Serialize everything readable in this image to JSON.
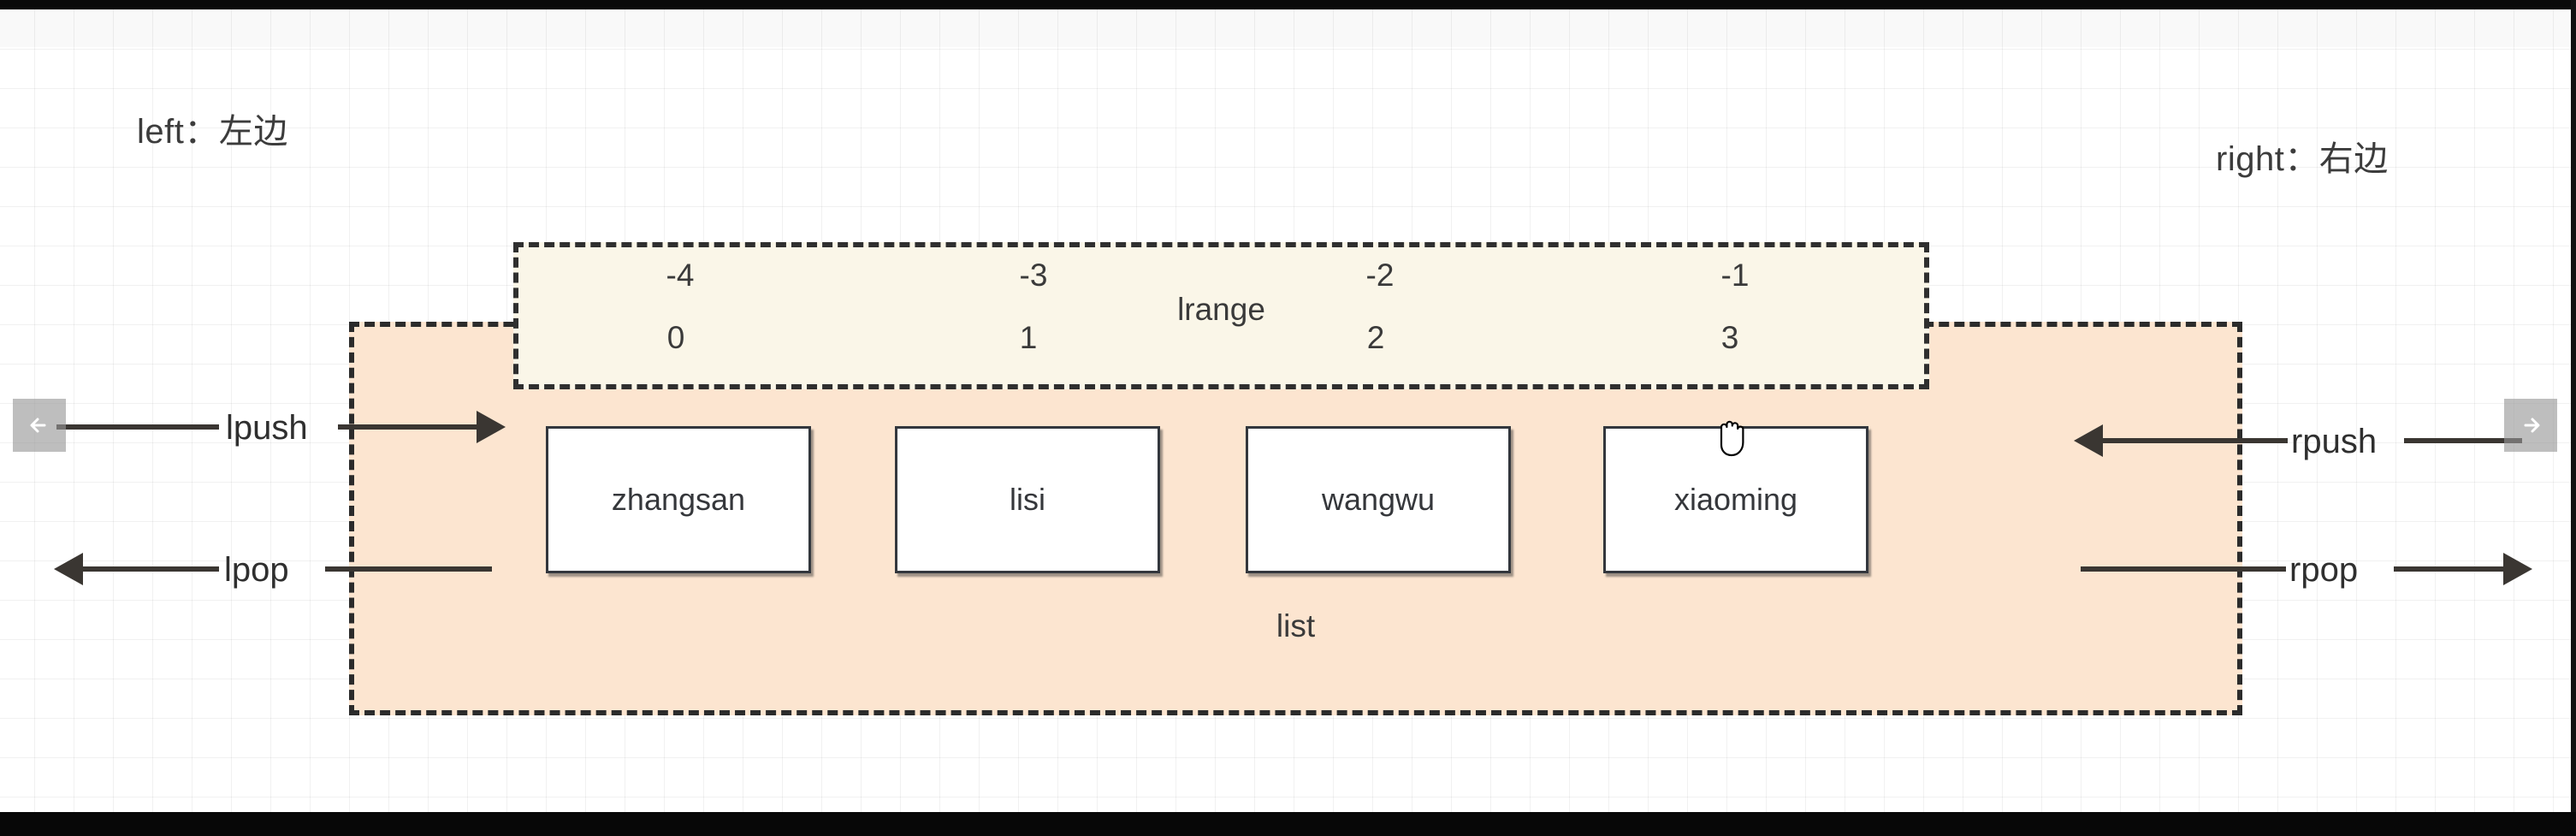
{
  "canvas": {
    "left_label": "left：左边",
    "right_label": "right：右边"
  },
  "lrange_box": {
    "title": "lrange",
    "negative_indices": [
      "-4",
      "-3",
      "-2",
      "-1"
    ],
    "positive_indices": [
      "0",
      "1",
      "2",
      "3"
    ],
    "fill_color": "#FAF6E8",
    "border_color": "#2f2f2f"
  },
  "list_box": {
    "title": "list",
    "fill_color": "#FCE5D0",
    "border_color": "#2b2b2b",
    "items": [
      {
        "value": "zhangsan"
      },
      {
        "value": "lisi"
      },
      {
        "value": "wangwu"
      },
      {
        "value": "xiaoming"
      }
    ]
  },
  "operations": {
    "lpush": "lpush",
    "lpop": "lpop",
    "rpush": "rpush",
    "rpop": "rpop"
  },
  "nav": {
    "prev_glyph": "←",
    "next_glyph": "→"
  }
}
